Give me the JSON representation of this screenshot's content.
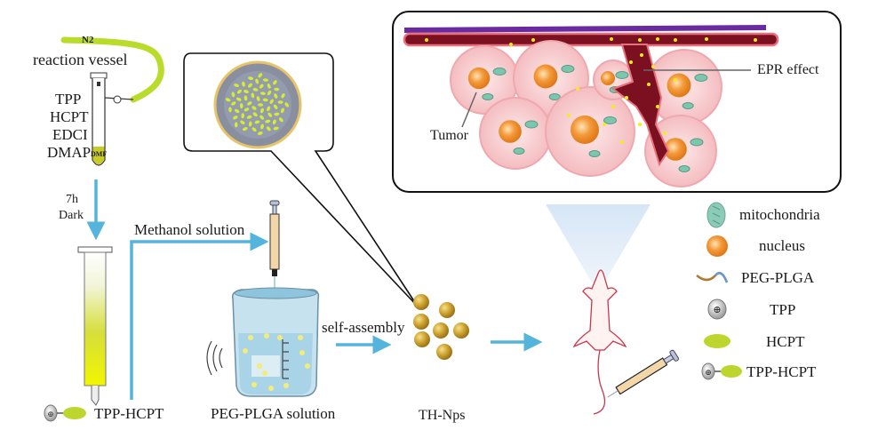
{
  "synthesis": {
    "gas_label": "N2",
    "vessel_label": "reaction vessel",
    "reagents": [
      "TPP",
      "HCPT",
      "EDCI",
      "DMAP"
    ],
    "solvent_label": "DMF",
    "condition_time": "7h",
    "condition_light": "Dark",
    "product_label": "TPP-HCPT"
  },
  "assembly": {
    "transfer_label": "Methanol solution",
    "beaker_label": "PEG-PLGA solution",
    "process_label": "self-assembly",
    "nanoparticle_label": "TH-Nps"
  },
  "tumor_panel": {
    "tumor_label": "Tumor",
    "epr_label": "EPR effect"
  },
  "legend": [
    {
      "icon": "mitochondria-icon",
      "label": "mitochondria"
    },
    {
      "icon": "nucleus-icon",
      "label": "nucleus"
    },
    {
      "icon": "peg-plga-chain-icon",
      "label": "PEG-PLGA"
    },
    {
      "icon": "tpp-cation-icon",
      "label": "TPP"
    },
    {
      "icon": "hcpt-ellipse-icon",
      "label": "HCPT"
    },
    {
      "icon": "tpp-hcpt-conjugate-icon",
      "label": "TPP-HCPT"
    }
  ],
  "colors": {
    "arrow": "#55b4dc",
    "tube_green": "#b9dc2a",
    "yellow": "#e8f000",
    "nanoparticle": "#c9a233",
    "tumor_cell": "#f6c6c8",
    "nucleus": "#ee8a2a",
    "mitochondria": "#6fbfa6",
    "vessel": "#7a1020",
    "vessel_outer": "#e8707c",
    "membrane": "#6a2aa0"
  }
}
